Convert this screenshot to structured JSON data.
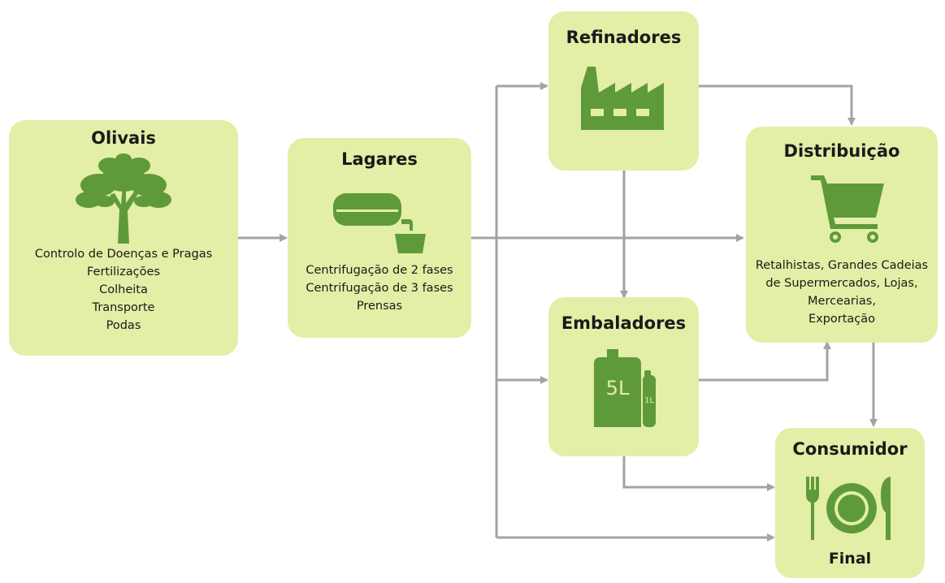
{
  "nodes": {
    "olivais": {
      "title": "Olivais",
      "items": [
        "Controlo de Doenças e Pragas",
        "Fertilizações",
        "Colheita",
        "Transporte",
        "Podas"
      ]
    },
    "lagares": {
      "title": "Lagares",
      "items": [
        "Centrifugação de 2 fases",
        "Centrifugação de 3 fases",
        "Prensas"
      ]
    },
    "refinadores": {
      "title": "Refinadores"
    },
    "embaladores": {
      "title": "Embaladores",
      "can_label": "5L",
      "bottle_label": "1L"
    },
    "distribuicao": {
      "title": "Distribuição",
      "items": [
        "Retalhistas, Grandes Cadeias",
        "de Supermercados, Lojas,",
        "Mercearias,",
        "Exportação"
      ]
    },
    "consumidor": {
      "title": "Consumidor",
      "subtitle": "Final"
    }
  },
  "icons": {
    "olivais": "tree-icon",
    "lagares": "olive-press-icon",
    "refinadores": "factory-icon",
    "embaladores": "oil-can-icon",
    "distribuicao": "shopping-cart-icon",
    "consumidor": "plate-cutlery-icon"
  },
  "colors": {
    "box_fill": "#e3eea6",
    "icon_green": "#5f9a3a",
    "arrow": "#a3a3a3"
  }
}
